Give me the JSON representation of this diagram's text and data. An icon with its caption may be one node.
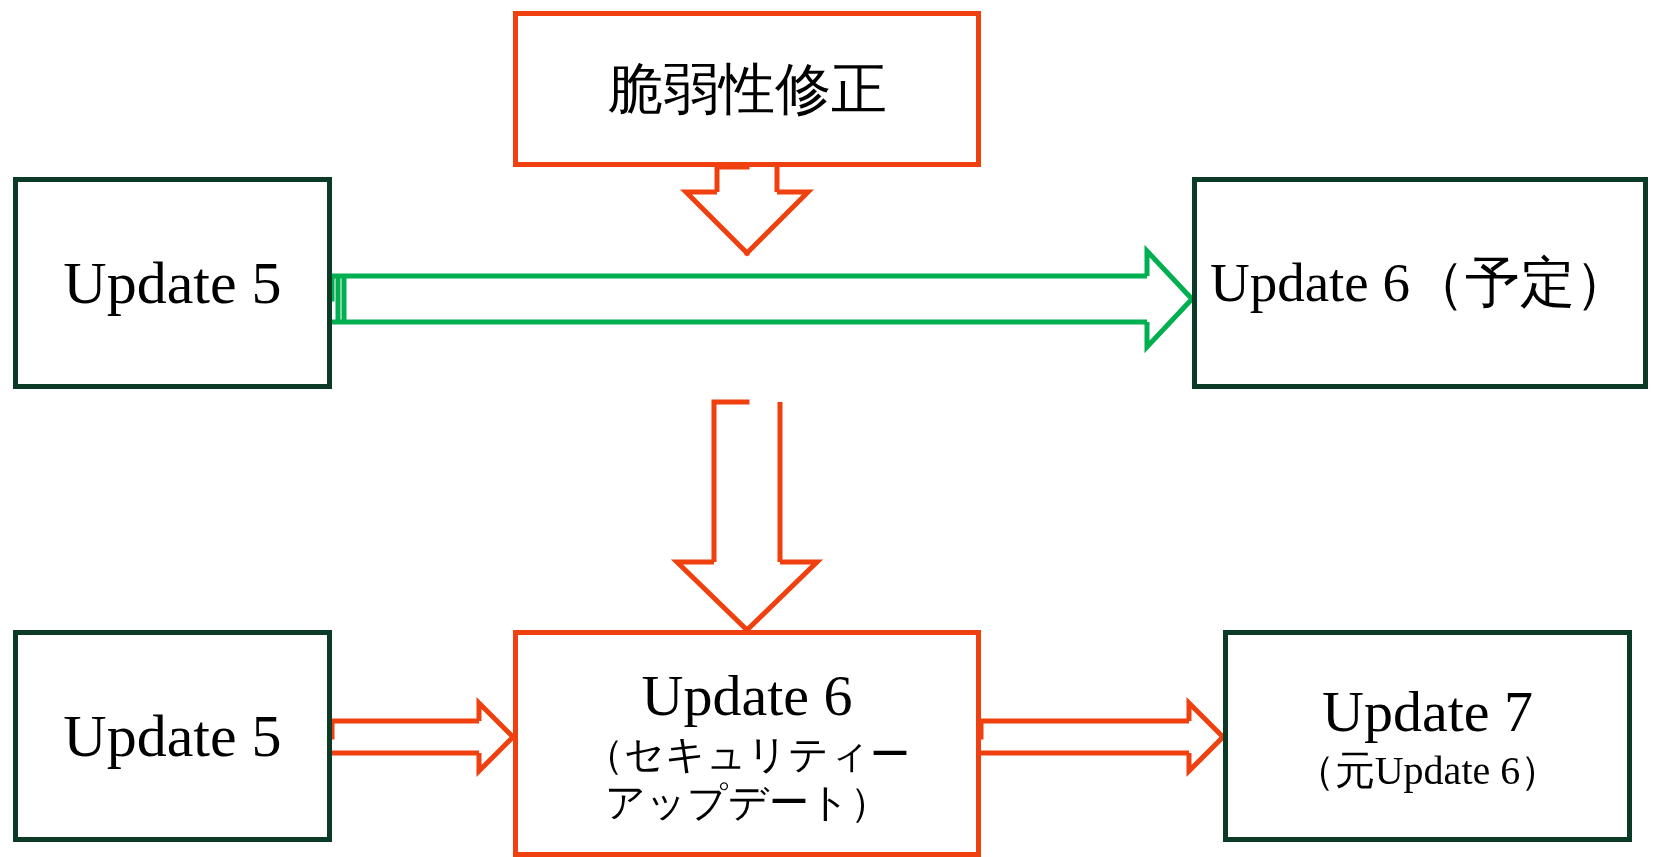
{
  "diagram": {
    "nodes": [
      {
        "text": [
          "脆弱性修正"
        ]
      },
      {
        "text": [
          "Update 5"
        ]
      },
      {
        "text": [
          "Update 6（予定）"
        ]
      },
      {
        "text": [
          "Update 5"
        ]
      },
      {
        "text": [
          "Update 6",
          "（セキュリティーアップデート）"
        ]
      },
      {
        "text": [
          "Update 7",
          "（元Update 6）"
        ]
      }
    ],
    "edges": [
      {
        "from": 0,
        "to": null,
        "arrow": "to"
      },
      {
        "from": 1,
        "to": 2,
        "arrow": "to",
        "color": "#00b050"
      },
      {
        "from": null,
        "to": 4,
        "arrow": "to"
      },
      {
        "from": 3,
        "to": 4,
        "arrow": "to"
      },
      {
        "from": 4,
        "to": 5,
        "arrow": "to"
      }
    ]
  }
}
